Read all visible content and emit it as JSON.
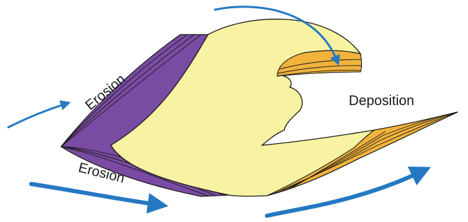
{
  "labels": {
    "erosion_upper": "Erosion",
    "erosion_lower": "Erosion",
    "deposition": "Deposition"
  },
  "colors": {
    "body_fill": "#f8f3a2",
    "erosion_face": "#7a4ba3",
    "deposition_layers": "#f2b33c",
    "arrow": "#2479c2",
    "outline": "#1a1a1a"
  }
}
